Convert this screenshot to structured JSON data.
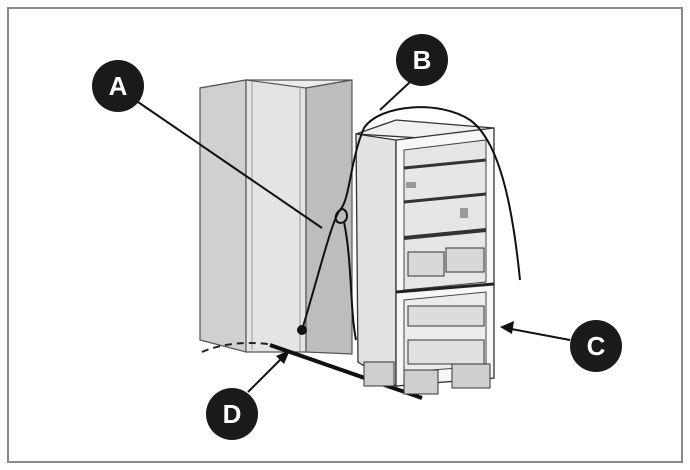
{
  "callouts": {
    "a": "A",
    "b": "B",
    "c": "C",
    "d": "D"
  },
  "colors": {
    "frame": "#8a8a8a",
    "callout_fill": "#1a1a1a",
    "cabinet_front": "#dcdcdc",
    "cabinet_side": "#c4c4c4",
    "cabinet_top": "#ececec",
    "line": "#111111"
  }
}
